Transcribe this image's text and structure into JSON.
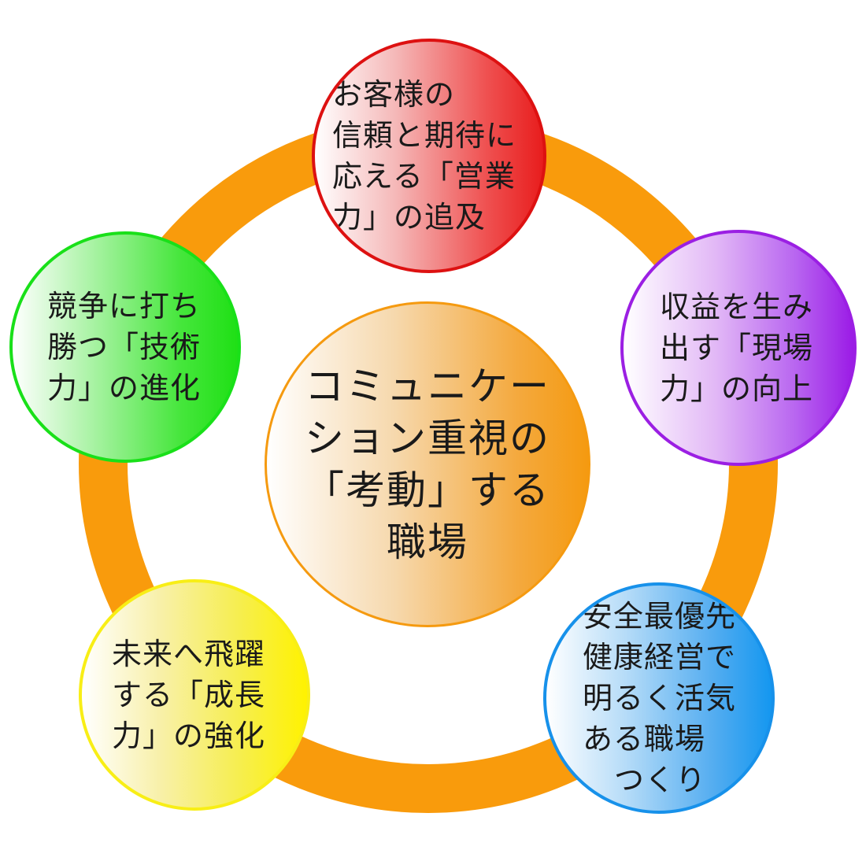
{
  "colors": {
    "ring": "#f99b0c",
    "top": "#e81d1d",
    "right": "#9b1be6",
    "left": "#1fe015",
    "bottom_left": "#fff200",
    "bottom_right": "#1497f0",
    "center": "#f59a10"
  },
  "center": {
    "lines": [
      "コミュニケー",
      "ション重視の",
      "「考動」する",
      "職場"
    ]
  },
  "top": {
    "lines": [
      "お客様の",
      "信頼と期待に",
      "応える「営業",
      "力」の追及"
    ]
  },
  "right": {
    "lines": [
      "収益を生み",
      "出す「現場",
      "力」の向上"
    ]
  },
  "left": {
    "lines": [
      "競争に打ち",
      "勝つ「技術",
      "力」の進化"
    ]
  },
  "bottom_left": {
    "lines": [
      "未来へ飛躍",
      "する「成長",
      "力」の強化"
    ]
  },
  "bottom_right": {
    "lines": [
      "安全最優先",
      "健康経営で",
      "明るく活気",
      "ある職場",
      "つくり"
    ]
  }
}
